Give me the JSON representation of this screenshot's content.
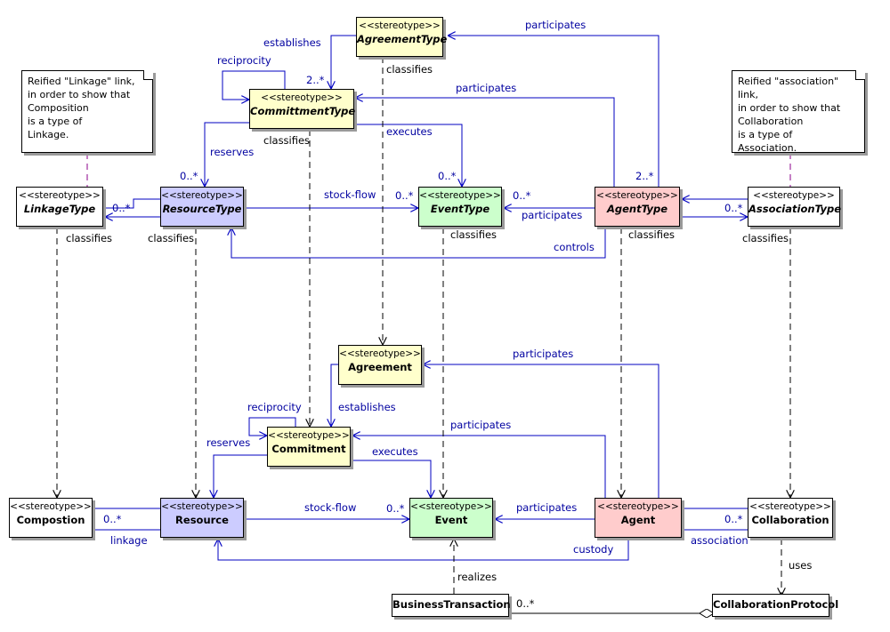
{
  "stereotype": "<<stereotype>>",
  "classes": {
    "agreement_type": "AgreementType",
    "committment_type": "CommittmentType",
    "linkage_type": "LinkageType",
    "resource_type": "ResourceType",
    "event_type": "EventType",
    "agent_type": "AgentType",
    "association_type": "AssociationType",
    "agreement": "Agreement",
    "commitment": "Commitment",
    "compostion": "Compostion",
    "resource": "Resource",
    "event": "Event",
    "agent": "Agent",
    "collaboration": "Collaboration",
    "business_transaction": "BusinessTransaction",
    "collaboration_protocol": "CollaborationProtocol"
  },
  "notes": {
    "linkage": [
      "Reified \"Linkage\" link,",
      "in order to show that",
      "Composition",
      "is a type of",
      "Linkage."
    ],
    "association": [
      "Reified \"association\" link,",
      "in order to show that",
      "Collaboration",
      "is a type of",
      "Association."
    ]
  },
  "labels": {
    "establishes_top": "establishes",
    "participates_top": "participates",
    "classifies_agreement_type": "classifies",
    "reciprocity_top": "reciprocity",
    "mult_2_star_ct": "2..*",
    "participates_ct": "participates",
    "classifies_ct": "classifies",
    "executes_top": "executes",
    "reserves_top": "reserves",
    "mult_0_star_rt": "0..*",
    "mult_0_star_et_top": "0..*",
    "mult_2_star_at": "2..*",
    "stock_flow_top": "stock-flow",
    "mult_0_star_et_left": "0..*",
    "mult_0_star_et_right": "0..*",
    "participates_et": "participates",
    "mult_0_star_lt": "0..*",
    "mult_0_star_ast": "0..*",
    "classifies_lt": "classifies",
    "classifies_rt": "classifies",
    "classifies_et": "classifies",
    "classifies_at": "classifies",
    "classifies_ast": "classifies",
    "controls": "controls",
    "participates_agreement": "participates",
    "establishes_bottom": "establishes",
    "reciprocity_bottom": "reciprocity",
    "participates_commitment": "participates",
    "reserves_bottom": "reserves",
    "executes_bottom": "executes",
    "stock_flow_bottom": "stock-flow",
    "mult_0_star_event": "0..*",
    "participates_event": "participates",
    "mult_0_star_comp": "0..*",
    "linkage": "linkage",
    "mult_0_star_collab": "0..*",
    "association": "association",
    "custody": "custody",
    "uses": "uses",
    "realizes": "realizes",
    "mult_0_star_bt": "0..*"
  },
  "colors": {
    "line_blue": "#0000c0",
    "white": "#ffffff",
    "yellow": "#ffffcc",
    "blue": "#ccccff",
    "green": "#ccffcc",
    "pink": "#ffcccc",
    "note_connector": "#8b008b"
  }
}
